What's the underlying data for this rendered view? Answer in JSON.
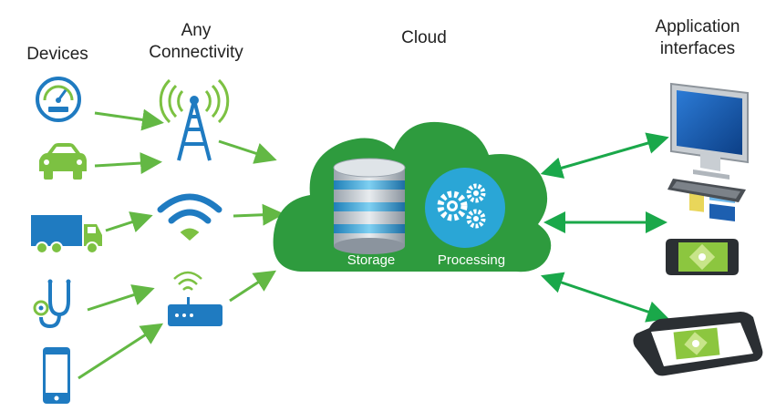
{
  "headers": {
    "devices": "Devices",
    "connectivity_line1": "Any",
    "connectivity_line2": "Connectivity",
    "cloud": "Cloud",
    "apps_line1": "Application",
    "apps_line2": "interfaces"
  },
  "cloud": {
    "storage_label": "Storage",
    "processing_label": "Processing"
  },
  "devices": [
    "gauge-icon",
    "car-icon",
    "truck-icon",
    "stethoscope-icon",
    "smartphone-icon"
  ],
  "connectivity": [
    "cell-tower-icon",
    "wifi-icon",
    "router-icon"
  ],
  "applications": [
    "desktop-monitor-icon",
    "smartphone-app-icon",
    "tablet-app-icon"
  ],
  "colors": {
    "device_blue": "#1f7bc1",
    "device_green": "#7cc142",
    "cloud_green": "#2e9b3e",
    "arrow_green": "#63b844",
    "processing_blue": "#2aa6d6"
  }
}
